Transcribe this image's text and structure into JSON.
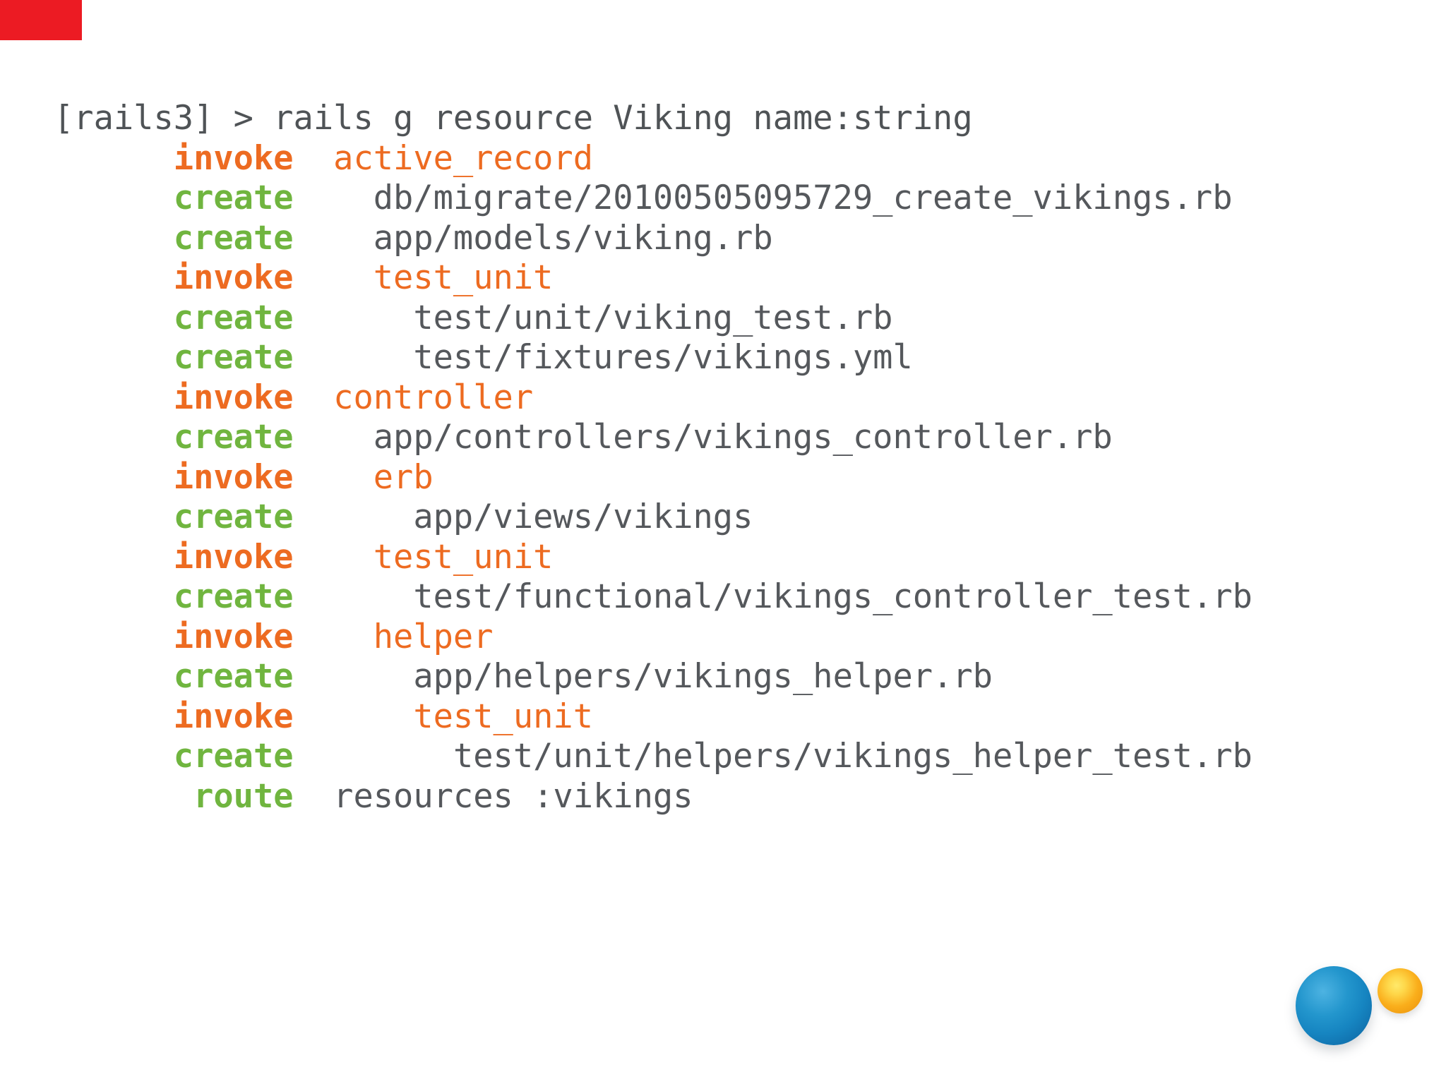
{
  "slide": {
    "type": "terminal-output-slide",
    "background": "#ffffff"
  },
  "colors": {
    "accent_red": "#ec1b23",
    "invoke_orange": "#ed6b21",
    "create_green": "#70b53f",
    "route_green": "#70b53f",
    "path_gray": "#55585c",
    "prompt_gray": "#4f5356",
    "sphere_blue": "#1787c2",
    "sphere_orange": "#f6a61b"
  },
  "terminal": {
    "lines": [
      {
        "kind": "prompt",
        "indent": 0,
        "keyword": "",
        "gap": 0,
        "value": "[rails3] > rails g resource Viking name:string"
      },
      {
        "kind": "invoke",
        "indent": 6,
        "keyword": "invoke",
        "gap": 2,
        "value": "active_record"
      },
      {
        "kind": "create",
        "indent": 6,
        "keyword": "create",
        "gap": 4,
        "value": "db/migrate/20100505095729_create_vikings.rb"
      },
      {
        "kind": "create",
        "indent": 6,
        "keyword": "create",
        "gap": 4,
        "value": "app/models/viking.rb"
      },
      {
        "kind": "invoke",
        "indent": 6,
        "keyword": "invoke",
        "gap": 4,
        "value": "test_unit"
      },
      {
        "kind": "create",
        "indent": 6,
        "keyword": "create",
        "gap": 6,
        "value": "test/unit/viking_test.rb"
      },
      {
        "kind": "create",
        "indent": 6,
        "keyword": "create",
        "gap": 6,
        "value": "test/fixtures/vikings.yml"
      },
      {
        "kind": "invoke",
        "indent": 6,
        "keyword": "invoke",
        "gap": 2,
        "value": "controller"
      },
      {
        "kind": "create",
        "indent": 6,
        "keyword": "create",
        "gap": 4,
        "value": "app/controllers/vikings_controller.rb"
      },
      {
        "kind": "invoke",
        "indent": 6,
        "keyword": "invoke",
        "gap": 4,
        "value": "erb"
      },
      {
        "kind": "create",
        "indent": 6,
        "keyword": "create",
        "gap": 6,
        "value": "app/views/vikings"
      },
      {
        "kind": "invoke",
        "indent": 6,
        "keyword": "invoke",
        "gap": 4,
        "value": "test_unit"
      },
      {
        "kind": "create",
        "indent": 6,
        "keyword": "create",
        "gap": 6,
        "value": "test/functional/vikings_controller_test.rb"
      },
      {
        "kind": "invoke",
        "indent": 6,
        "keyword": "invoke",
        "gap": 4,
        "value": "helper"
      },
      {
        "kind": "create",
        "indent": 6,
        "keyword": "create",
        "gap": 6,
        "value": "app/helpers/vikings_helper.rb"
      },
      {
        "kind": "invoke",
        "indent": 6,
        "keyword": "invoke",
        "gap": 6,
        "value": "test_unit"
      },
      {
        "kind": "create",
        "indent": 6,
        "keyword": "create",
        "gap": 8,
        "value": "test/unit/helpers/vikings_helper_test.rb"
      },
      {
        "kind": "route",
        "indent": 7,
        "keyword": "route",
        "gap": 2,
        "value": "resources :vikings"
      }
    ]
  },
  "decorations": {
    "accent_bar": {
      "name": "red-accent-bar"
    },
    "spheres": [
      {
        "name": "blue-sphere",
        "color": "#1787c2"
      },
      {
        "name": "orange-sphere",
        "color": "#f6a61b"
      }
    ]
  }
}
